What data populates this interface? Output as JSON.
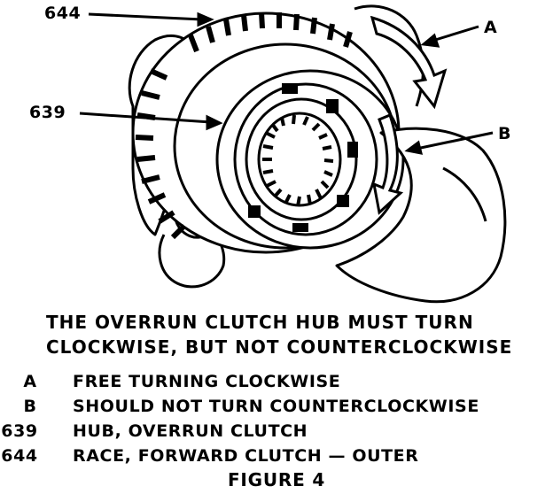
{
  "callouts": {
    "label_644": "644",
    "label_639": "639",
    "label_a": "A",
    "label_b": "B"
  },
  "caption": {
    "line1": "THE OVERRUN CLUTCH HUB MUST TURN",
    "line2": "CLOCKWISE, BUT NOT COUNTERCLOCKWISE"
  },
  "legend": [
    {
      "key": "A",
      "text": "FREE TURNING CLOCKWISE"
    },
    {
      "key": "B",
      "text": "SHOULD NOT TURN COUNTERCLOCKWISE"
    },
    {
      "key": "639",
      "text": "HUB, OVERRUN CLUTCH"
    },
    {
      "key": "644",
      "text": "RACE, FORWARD CLUTCH — OUTER"
    }
  ],
  "figure_label": "FIGURE 4",
  "colors": {
    "ink": "#000000",
    "paper": "#ffffff"
  }
}
